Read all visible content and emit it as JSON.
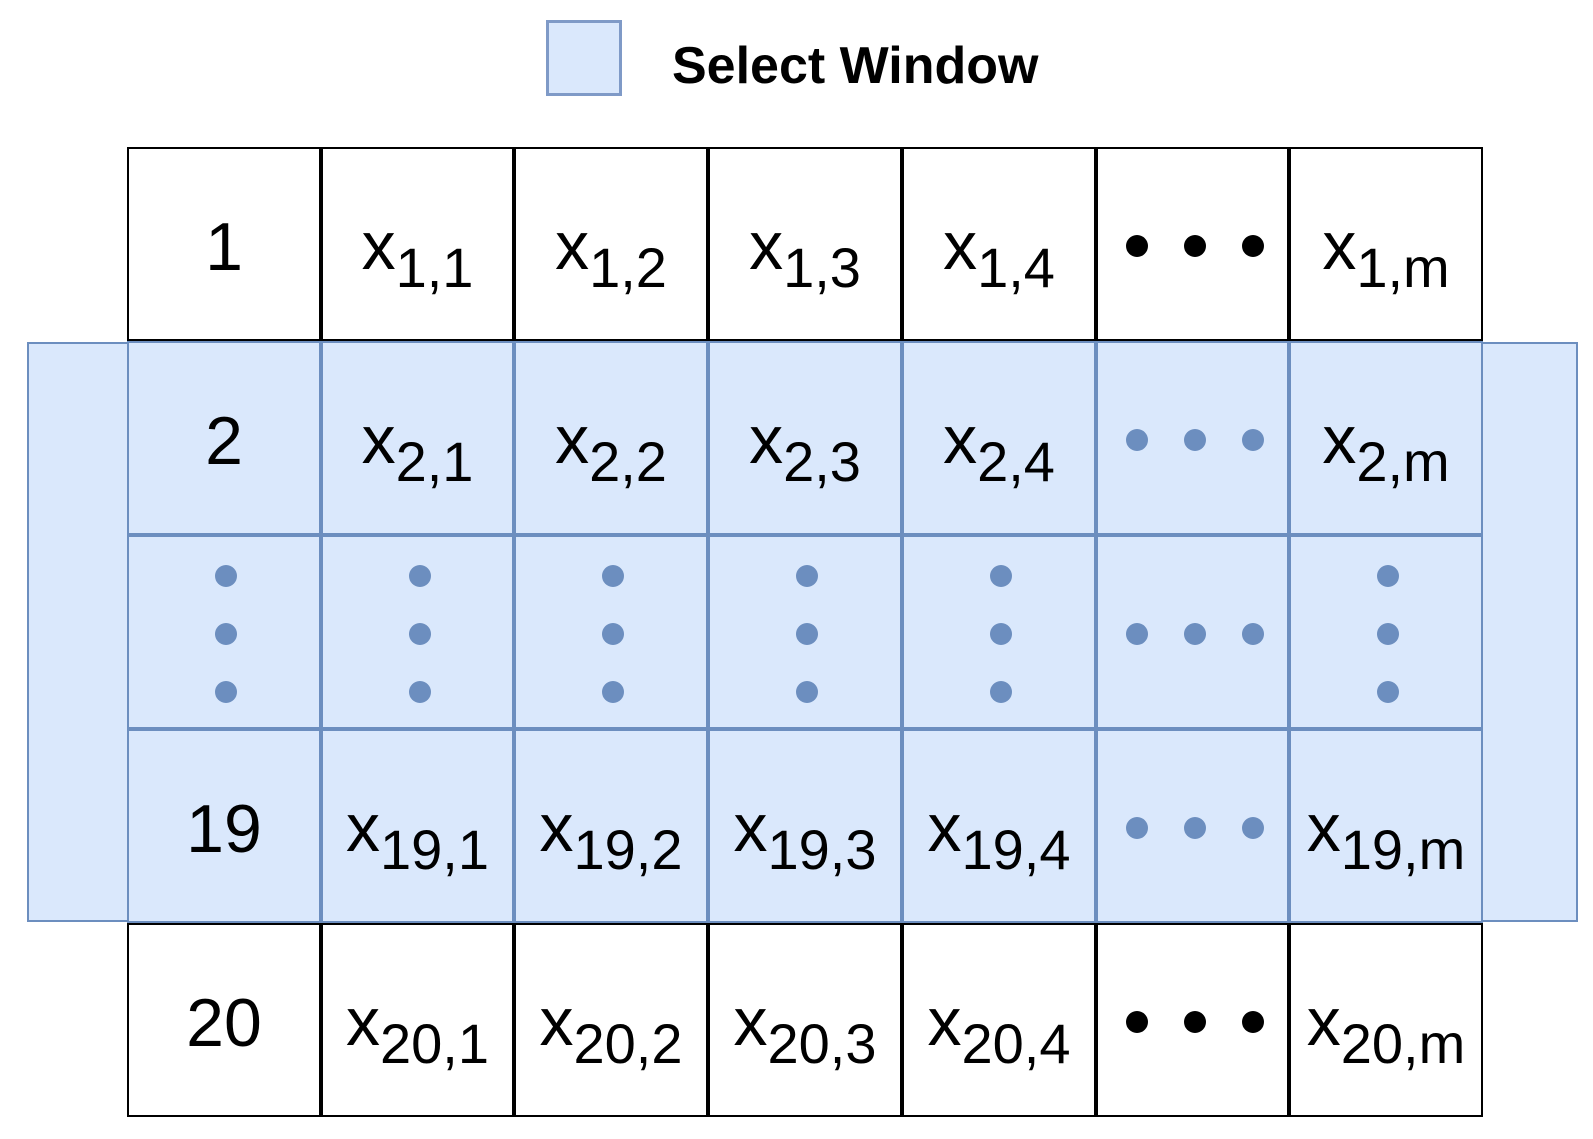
{
  "legend": {
    "label": "Select Window",
    "swatch_fill": "#dae8fc",
    "swatch_stroke": "#7f9ac7"
  },
  "colors": {
    "window_fill": "#dae8fc",
    "window_stroke": "#6c8ebf",
    "dot_highlight": "#6c8ebf",
    "dot_plain": "#000000"
  },
  "table": {
    "rows": [
      {
        "index": "1",
        "highlighted": false,
        "cells": [
          {
            "base": "x",
            "sub": "1,1"
          },
          {
            "base": "x",
            "sub": "1,2"
          },
          {
            "base": "x",
            "sub": "1,3"
          },
          {
            "base": "x",
            "sub": "1,4"
          },
          {
            "ellipsis": "horizontal"
          },
          {
            "base": "x",
            "sub": "1,m"
          }
        ]
      },
      {
        "index": "2",
        "highlighted": true,
        "cells": [
          {
            "base": "x",
            "sub": "2,1"
          },
          {
            "base": "x",
            "sub": "2,2"
          },
          {
            "base": "x",
            "sub": "2,3"
          },
          {
            "base": "x",
            "sub": "2,4"
          },
          {
            "ellipsis": "horizontal"
          },
          {
            "base": "x",
            "sub": "2,m"
          }
        ]
      },
      {
        "index": null,
        "index_ellipsis": "vertical",
        "highlighted": true,
        "cells": [
          {
            "ellipsis": "vertical"
          },
          {
            "ellipsis": "vertical"
          },
          {
            "ellipsis": "vertical"
          },
          {
            "ellipsis": "vertical"
          },
          {
            "ellipsis": "horizontal"
          },
          {
            "ellipsis": "vertical"
          }
        ]
      },
      {
        "index": "19",
        "highlighted": true,
        "cells": [
          {
            "base": "x",
            "sub": "19,1"
          },
          {
            "base": "x",
            "sub": "19,2"
          },
          {
            "base": "x",
            "sub": "19,3"
          },
          {
            "base": "x",
            "sub": "19,4"
          },
          {
            "ellipsis": "horizontal"
          },
          {
            "base": "x",
            "sub": "19,m"
          }
        ]
      },
      {
        "index": "20",
        "highlighted": false,
        "cells": [
          {
            "base": "x",
            "sub": "20,1"
          },
          {
            "base": "x",
            "sub": "20,2"
          },
          {
            "base": "x",
            "sub": "20,3"
          },
          {
            "base": "x",
            "sub": "20,4"
          },
          {
            "ellipsis": "horizontal"
          },
          {
            "base": "x",
            "sub": "20,m"
          }
        ]
      }
    ]
  }
}
